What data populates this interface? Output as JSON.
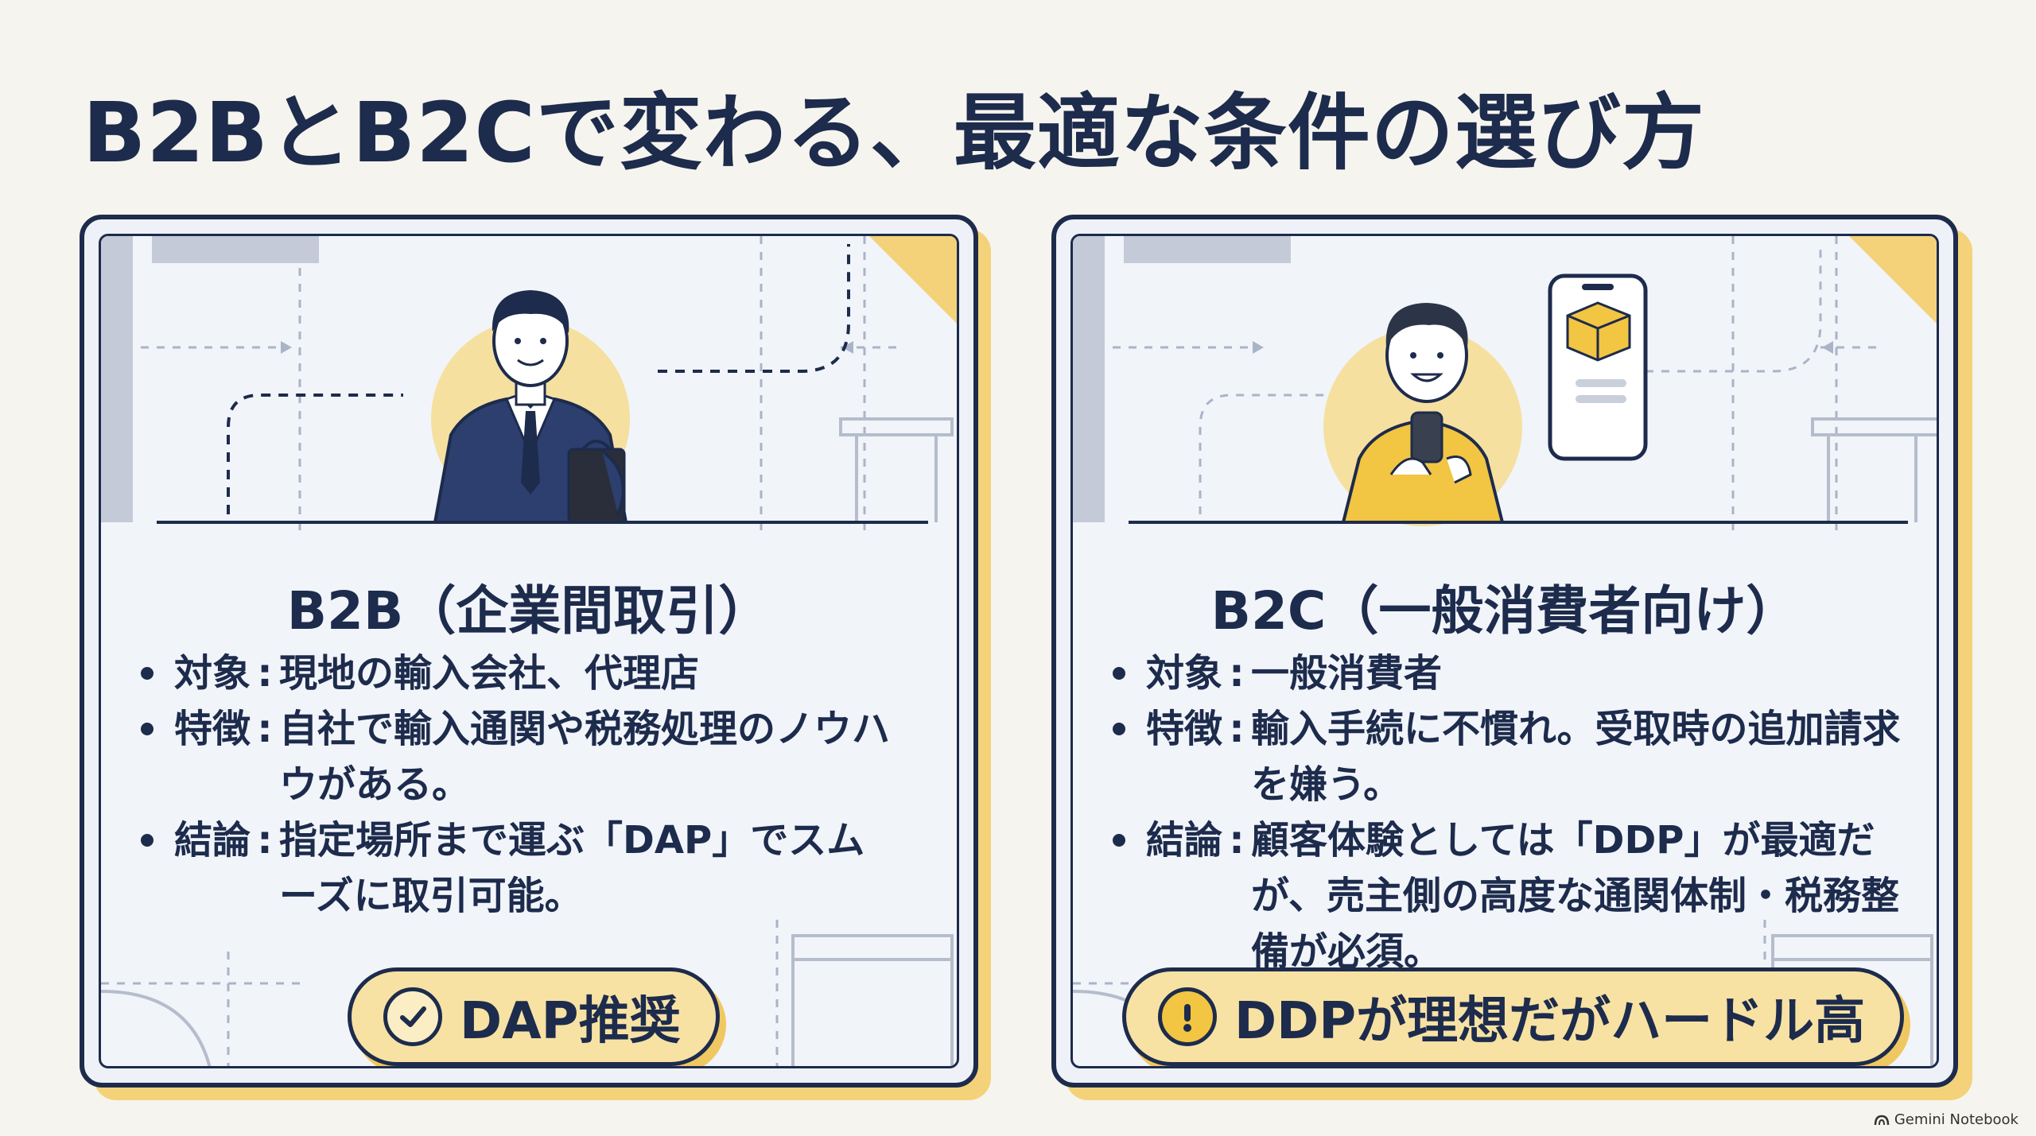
{
  "title": "B2BとB2Cで変わる、最適な条件の選び方",
  "b2b": {
    "heading": "B2B（企業間取引）",
    "items": [
      {
        "label": "対象",
        "text": "現地の輸入会社、代理店"
      },
      {
        "label": "特徴",
        "text": "自社で輸入通関や税務処理のノウハウがある。"
      },
      {
        "label": "結論",
        "text": "指定場所まで運ぶ「DAP」でスムーズに取引可能。"
      }
    ],
    "badge": {
      "label": "DAP推奨",
      "icon": "check-circle-icon"
    }
  },
  "b2c": {
    "heading": "B2C（一般消費者向け）",
    "items": [
      {
        "label": "対象",
        "text": "一般消費者"
      },
      {
        "label": "特徴",
        "text": "輸入手続に不慣れ。受取時の追加請求を嫌う。"
      },
      {
        "label": "結論",
        "text": "顧客体験としては「DDP」が最適だが、売主側の高度な通関体制・税務整備が必須。"
      }
    ],
    "badge": {
      "label": "DDPが理想だがハードル高",
      "icon": "exclamation-circle-icon"
    }
  },
  "watermark": "Gemini Notebook",
  "colors": {
    "navy": "#1d2b4c",
    "accent_yellow": "#f4d27a",
    "background": "#f6f4ee"
  }
}
